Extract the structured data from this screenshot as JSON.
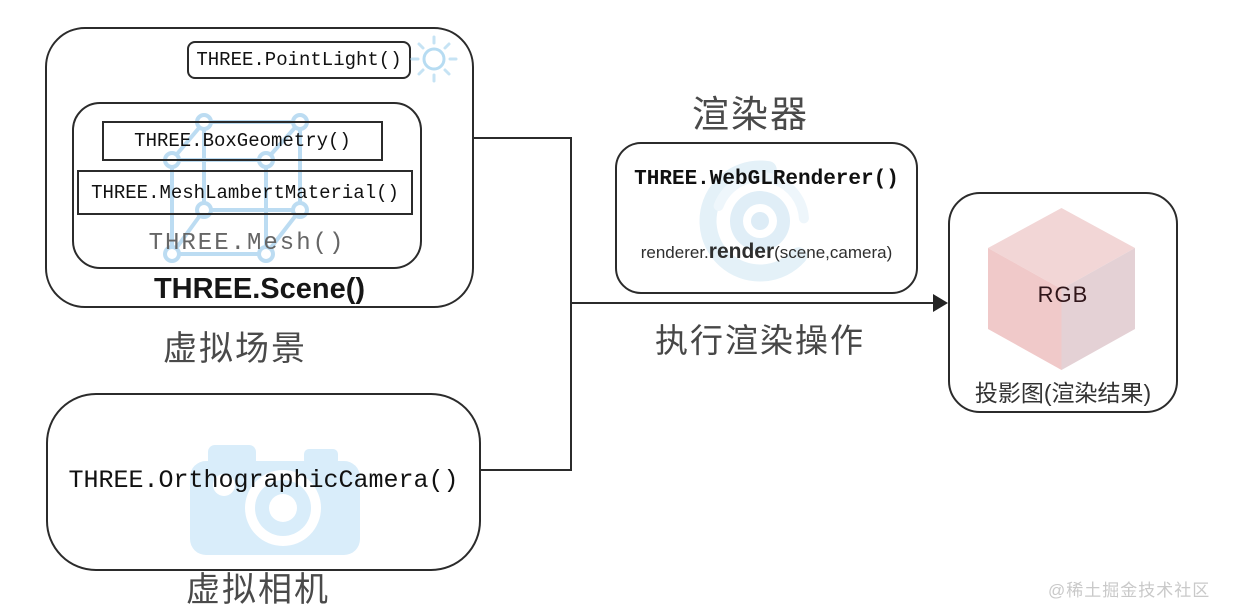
{
  "scene": {
    "point_light": "THREE.PointLight()",
    "box_geometry": "THREE.BoxGeometry()",
    "mesh_lambert_material": "THREE.MeshLambertMaterial()",
    "mesh": "THREE.Mesh()",
    "label": "THREE.Scene()",
    "caption": "虚拟场景"
  },
  "camera": {
    "code": "THREE.OrthographicCamera()",
    "caption": "虚拟相机"
  },
  "renderer": {
    "title": "渲染器",
    "code": "THREE.WebGLRenderer()",
    "call_prefix": "renderer.",
    "call_method": "render",
    "call_args": "(scene,camera)"
  },
  "flow": {
    "arrow_label": "执行渲染操作"
  },
  "result": {
    "cube_label": "RGB",
    "caption": "投影图(渲染结果)"
  },
  "footer": {
    "watermark": "@稀土掘金技术社区"
  },
  "colors": {
    "line": "#2b2b2b",
    "watermark_blue": "#d9edfa",
    "wireframe_blue": "#bcdcf2",
    "cube_top": "#f2d6d6",
    "cube_left": "#f0c9c9",
    "cube_right": "#e4d1d5",
    "caption_gray": "#4a4a4a"
  }
}
